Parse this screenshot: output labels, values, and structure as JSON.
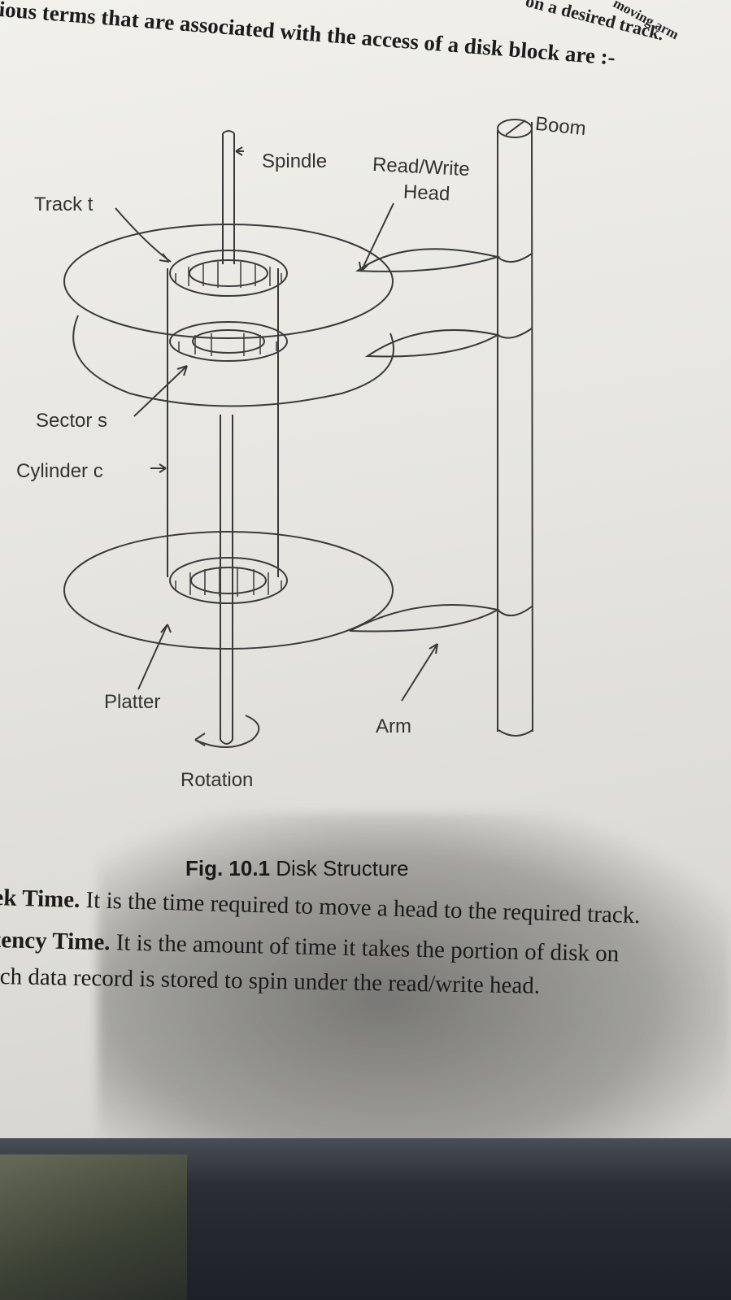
{
  "header_text": {
    "line": "ious terms that are associated with the access of a disk block are :-",
    "corner_1": "moving arm",
    "corner_2": "on a desired track.",
    "corner_3": ""
  },
  "figure": {
    "labels": {
      "boom": "Boom",
      "spindle": "Spindle",
      "read_write": "Read/Write",
      "head": "Head",
      "track": "Track t",
      "sector": "Sector s",
      "cylinder": "Cylinder c",
      "platter": "Platter",
      "arm": "Arm",
      "rotation": "Rotation"
    },
    "caption_num": "Fig. 10.1",
    "caption_text": " Disk Structure"
  },
  "body": {
    "line1_bold": "ek Time.",
    "line1_rest": " It is the time required to move a head to the required track.",
    "line2_bold": "tency Time.",
    "line2_rest": " It is the amount of time it takes the portion of disk on",
    "line3": "ich data record is stored to spin under the read/write head."
  }
}
